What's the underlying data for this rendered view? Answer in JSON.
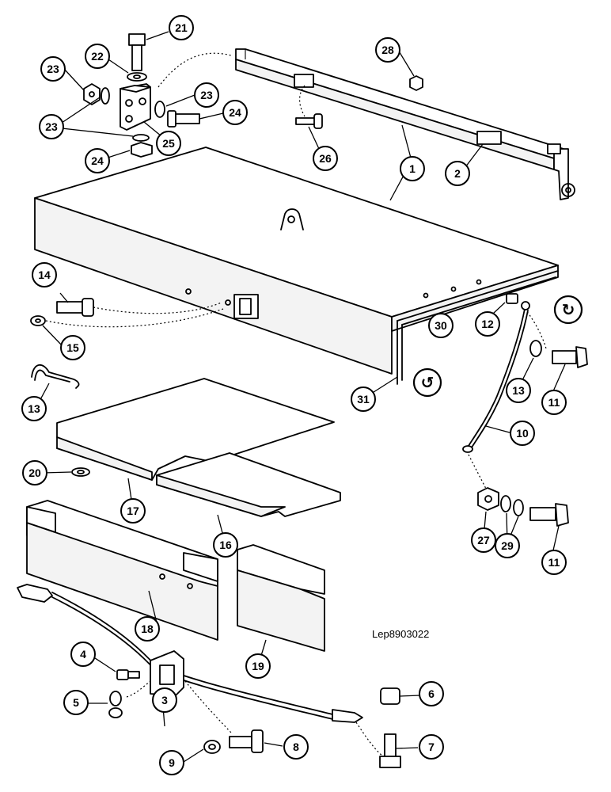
{
  "drawing": {
    "reference": "Lep8903022",
    "callouts": [
      "1",
      "2",
      "3",
      "4",
      "5",
      "6",
      "7",
      "8",
      "9",
      "10",
      "11",
      "11",
      "12",
      "13",
      "13",
      "14",
      "15",
      "16",
      "17",
      "18",
      "19",
      "20",
      "21",
      "22",
      "23",
      "23",
      "23",
      "24",
      "24",
      "25",
      "26",
      "27",
      "28",
      "29",
      "30",
      "31"
    ],
    "symbols": [
      {
        "name": "rotate-symbol-right",
        "glyph": "↻"
      },
      {
        "name": "rotate-symbol-left",
        "glyph": "↺"
      }
    ]
  }
}
